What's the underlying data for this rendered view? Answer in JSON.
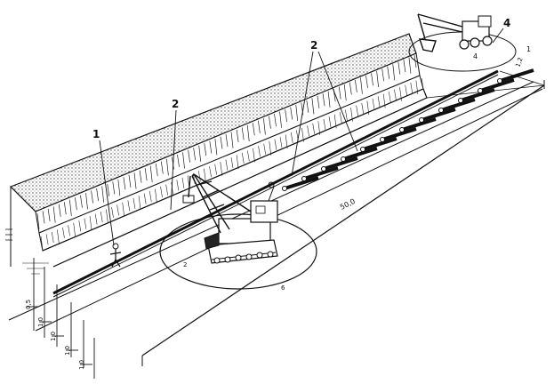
{
  "diagram": {
    "callouts": [
      "1",
      "2",
      "2",
      "4",
      "1",
      "4"
    ],
    "dimension_main": "50,0",
    "dimension_side": "1",
    "dimension_small": "1,2",
    "depth_marks": [
      "0,5",
      "1,0",
      "1,0",
      "1,0",
      "1,0"
    ],
    "letter_marks": [
      "2",
      "6"
    ]
  },
  "colors": {
    "ink": "#111111",
    "paper": "#ffffff",
    "spoil": "#bdbdbd"
  }
}
